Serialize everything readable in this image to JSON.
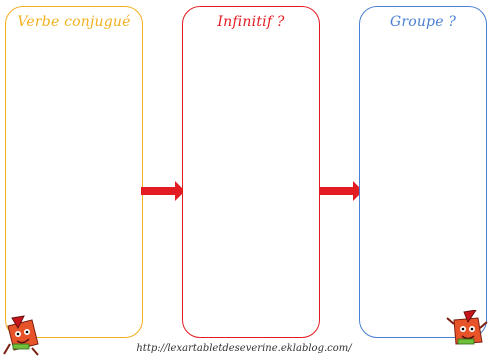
{
  "cards": [
    {
      "title": "Verbe conjugué",
      "color": "#f2b01e"
    },
    {
      "title": "Infinitif ?",
      "color": "#e31b23"
    },
    {
      "title": "Groupe ?",
      "color": "#4a7fd4"
    }
  ],
  "arrow_color": "#e31b23",
  "footer_url": "http://lexartabletdeseverine.eklablog.com/"
}
